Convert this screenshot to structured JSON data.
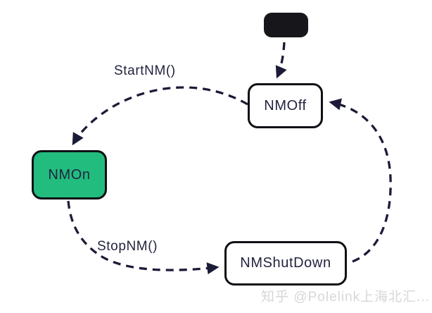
{
  "diagram": {
    "type": "state-machine",
    "states": {
      "initial": {
        "label": "",
        "kind": "initial-pseudo-state"
      },
      "nmoff": {
        "label": "NMOff"
      },
      "nmon": {
        "label": "NMOn"
      },
      "nmshutdown": {
        "label": "NMShutDown"
      }
    },
    "transitions": {
      "init_to_nmoff": {
        "label": "",
        "from": "initial",
        "to": "NMOff"
      },
      "start_nm": {
        "label": "StartNM()",
        "from": "NMOff",
        "to": "NMOn"
      },
      "stop_nm": {
        "label": "StopNM()",
        "from": "NMOn",
        "to": "NMShutDown"
      },
      "shutdown_to_off": {
        "label": "",
        "from": "NMShutDown",
        "to": "NMOff"
      }
    },
    "colors": {
      "arrow": "#1b1b38",
      "state_border": "#101016",
      "state_text": "#23233f",
      "state_fill": "#ffffff",
      "nmon_fill": "#21bc7e",
      "initial_fill": "#17171b",
      "watermark_color": "#d7d7d7"
    }
  },
  "watermark": {
    "text": "知乎 @Polelink上海北汇..."
  }
}
